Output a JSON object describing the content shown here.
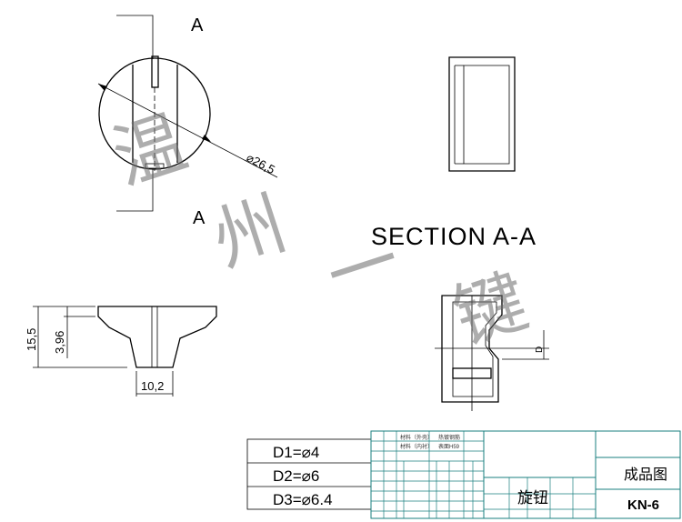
{
  "section_marks": {
    "top": "A",
    "bottom": "A"
  },
  "diameter_label": "⌀26,5",
  "side_view": {
    "height_total": "15,5",
    "height_top": "3,96",
    "width_bottom": "10,2"
  },
  "section_title": "SECTION A-A",
  "section_dim": "D",
  "dimensions_table": [
    {
      "name": "D1",
      "eq": "=",
      "value": "⌀4"
    },
    {
      "name": "D2",
      "eq": "=",
      "value": "⌀6"
    },
    {
      "name": "D3",
      "eq": "=",
      "value": "⌀6.4"
    }
  ],
  "title_block": {
    "part_name": "旋钮",
    "drawing_type": "成品图",
    "model": "KN-6",
    "material_outer": "材料（外壳）",
    "material_inner": "材料（内衬）",
    "finish_label": "热镀钢筋",
    "surface_label": "表面",
    "hardness": "H59"
  },
  "watermark": [
    "温",
    "州",
    "一",
    "键"
  ]
}
